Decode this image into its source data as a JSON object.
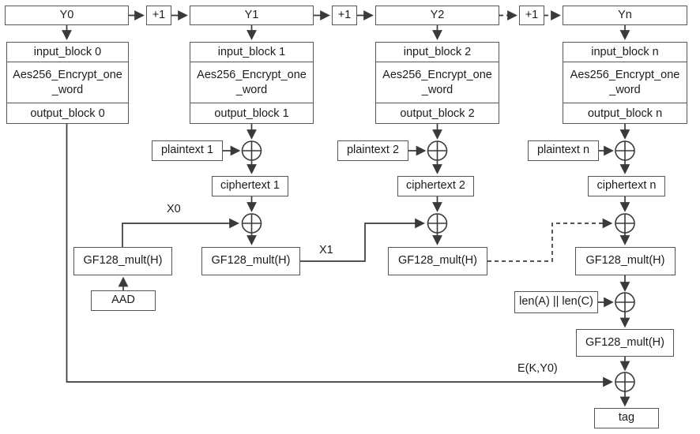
{
  "colors": {
    "box_border": "#55565a",
    "wire": "#3a3a3a",
    "text": "#1c1c1c",
    "background": "#ffffff"
  },
  "counter_row": [
    {
      "label": "Y0"
    },
    {
      "label": "+1"
    },
    {
      "label": "Y1"
    },
    {
      "label": "+1"
    },
    {
      "label": "Y2"
    },
    {
      "label": "+1"
    },
    {
      "label": "Yn"
    }
  ],
  "aes_stacks": [
    {
      "input": "input_block 0",
      "core": "Aes256_Encrypt_one\n_word",
      "output": "output_block 0"
    },
    {
      "input": "input_block 1",
      "core": "Aes256_Encrypt_one\n_word",
      "output": "output_block 1"
    },
    {
      "input": "input_block 2",
      "core": "Aes256_Encrypt_one\n_word",
      "output": "output_block 2"
    },
    {
      "input": "input_block n",
      "core": "Aes256_Encrypt_one\n_word",
      "output": "output_block n"
    }
  ],
  "plaintexts": [
    {
      "label": "plaintext 1"
    },
    {
      "label": "plaintext 2"
    },
    {
      "label": "plaintext n"
    }
  ],
  "ciphertexts": [
    {
      "label": "ciphertext 1"
    },
    {
      "label": "ciphertext 2"
    },
    {
      "label": "ciphertext n"
    }
  ],
  "ghash": {
    "mult_aad": "GF128_mult(H)",
    "mult_1": "GF128_mult(H)",
    "mult_2": "GF128_mult(H)",
    "mult_n": "GF128_mult(H)",
    "mult_final": "GF128_mult(H)",
    "aad": "AAD",
    "len_block": "len(A) || len(C)"
  },
  "wire_labels": {
    "x0": "X0",
    "x1": "X1",
    "ek_y0": "E(K,Y0)"
  },
  "tag_label": "tag"
}
